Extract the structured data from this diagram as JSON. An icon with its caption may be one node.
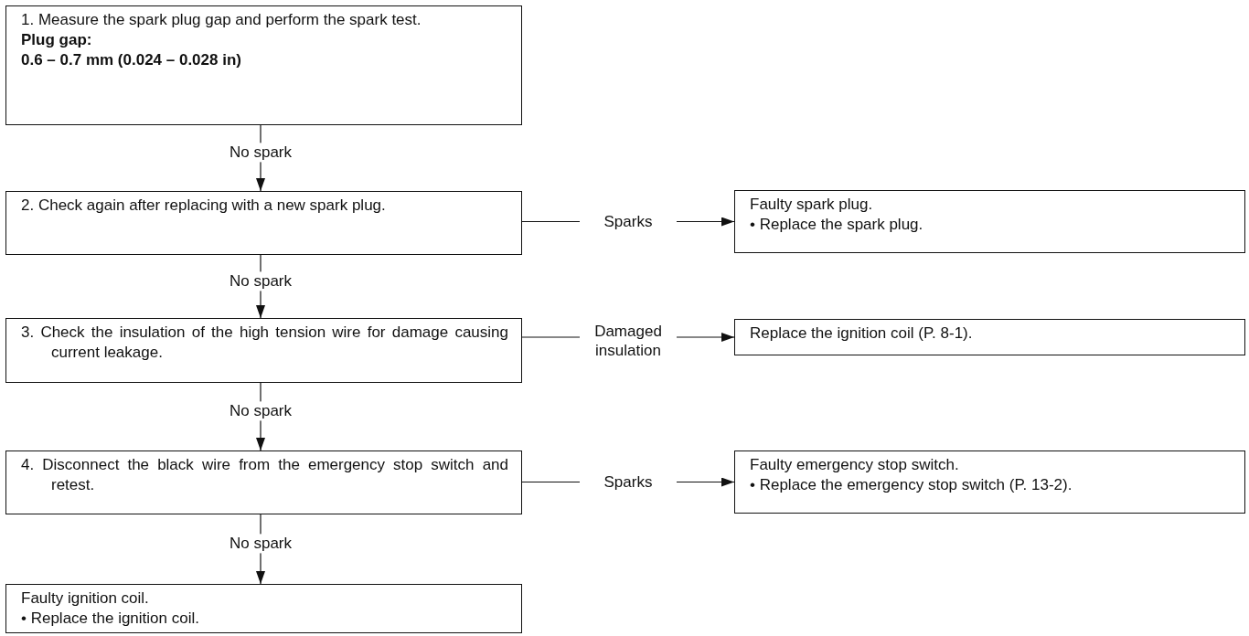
{
  "diagram": {
    "nodes": [
      {
        "text": [
          "1. Measure the spark plug gap and perform the spark test.",
          "Plug gap:",
          "0.6 – 0.7 mm (0.024 – 0.028 in)"
        ]
      },
      {
        "text": [
          "2. Check again after replacing with a new spark plug."
        ]
      },
      {
        "text": [
          "Faulty spark plug.",
          "• Replace the spark plug."
        ]
      },
      {
        "text": [
          "3. Check the insulation of the high tension wire for damage causing current leakage."
        ]
      },
      {
        "text": [
          "Replace the ignition coil (P. 8-1)."
        ]
      },
      {
        "text": [
          "4. Disconnect the black wire from the emergency stop switch and retest."
        ]
      },
      {
        "text": [
          "Faulty emergency stop switch.",
          "• Replace the emergency stop switch (P. 13-2)."
        ]
      },
      {
        "text": [
          "Faulty ignition coil.",
          "• Replace the ignition coil."
        ]
      }
    ],
    "edges": [
      {
        "from": 0,
        "to": 1,
        "arrow": "to",
        "label": "No spark"
      },
      {
        "from": 1,
        "to": 2,
        "arrow": "to",
        "label": "Sparks"
      },
      {
        "from": 1,
        "to": 3,
        "arrow": "to",
        "label": "No spark"
      },
      {
        "from": 3,
        "to": 4,
        "arrow": "to",
        "label": "Damaged insulation"
      },
      {
        "from": 3,
        "to": 5,
        "arrow": "to",
        "label": "No spark"
      },
      {
        "from": 5,
        "to": 6,
        "arrow": "to",
        "label": "Sparks"
      },
      {
        "from": 5,
        "to": 7,
        "arrow": "to",
        "label": "No spark"
      }
    ]
  }
}
